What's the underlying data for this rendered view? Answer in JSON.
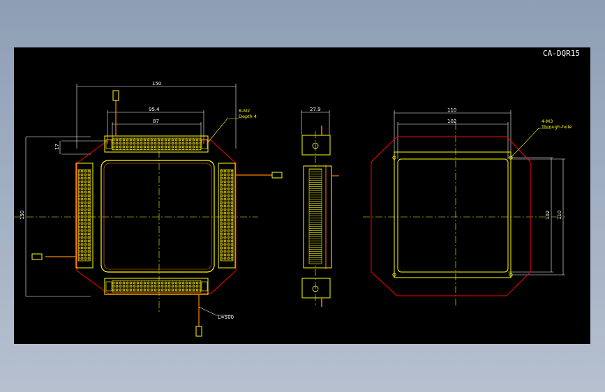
{
  "drawing": {
    "title": "CA-DQR15",
    "dims_front": {
      "overall_width": "150",
      "mid_width": "95.4",
      "inner_width": "87",
      "offset": "17",
      "height": "150"
    },
    "notes": {
      "screws_front": "8-M2",
      "depth": "Depth 4",
      "cable_length": "L=500",
      "screws_top": "4-M3",
      "through": "Through-hole"
    },
    "dims_side": {
      "thickness": "27.9"
    },
    "dims_right": {
      "outer_width": "110",
      "inner_width": "102",
      "inner_height": "102",
      "outer_height": "110"
    },
    "colors": {
      "background": "#000000",
      "dimension": "#ffffff",
      "outline_yellow": "#ffff00",
      "outline_red": "#ff0000",
      "orange": "#ff8000",
      "centerline": "#ffff00"
    }
  }
}
